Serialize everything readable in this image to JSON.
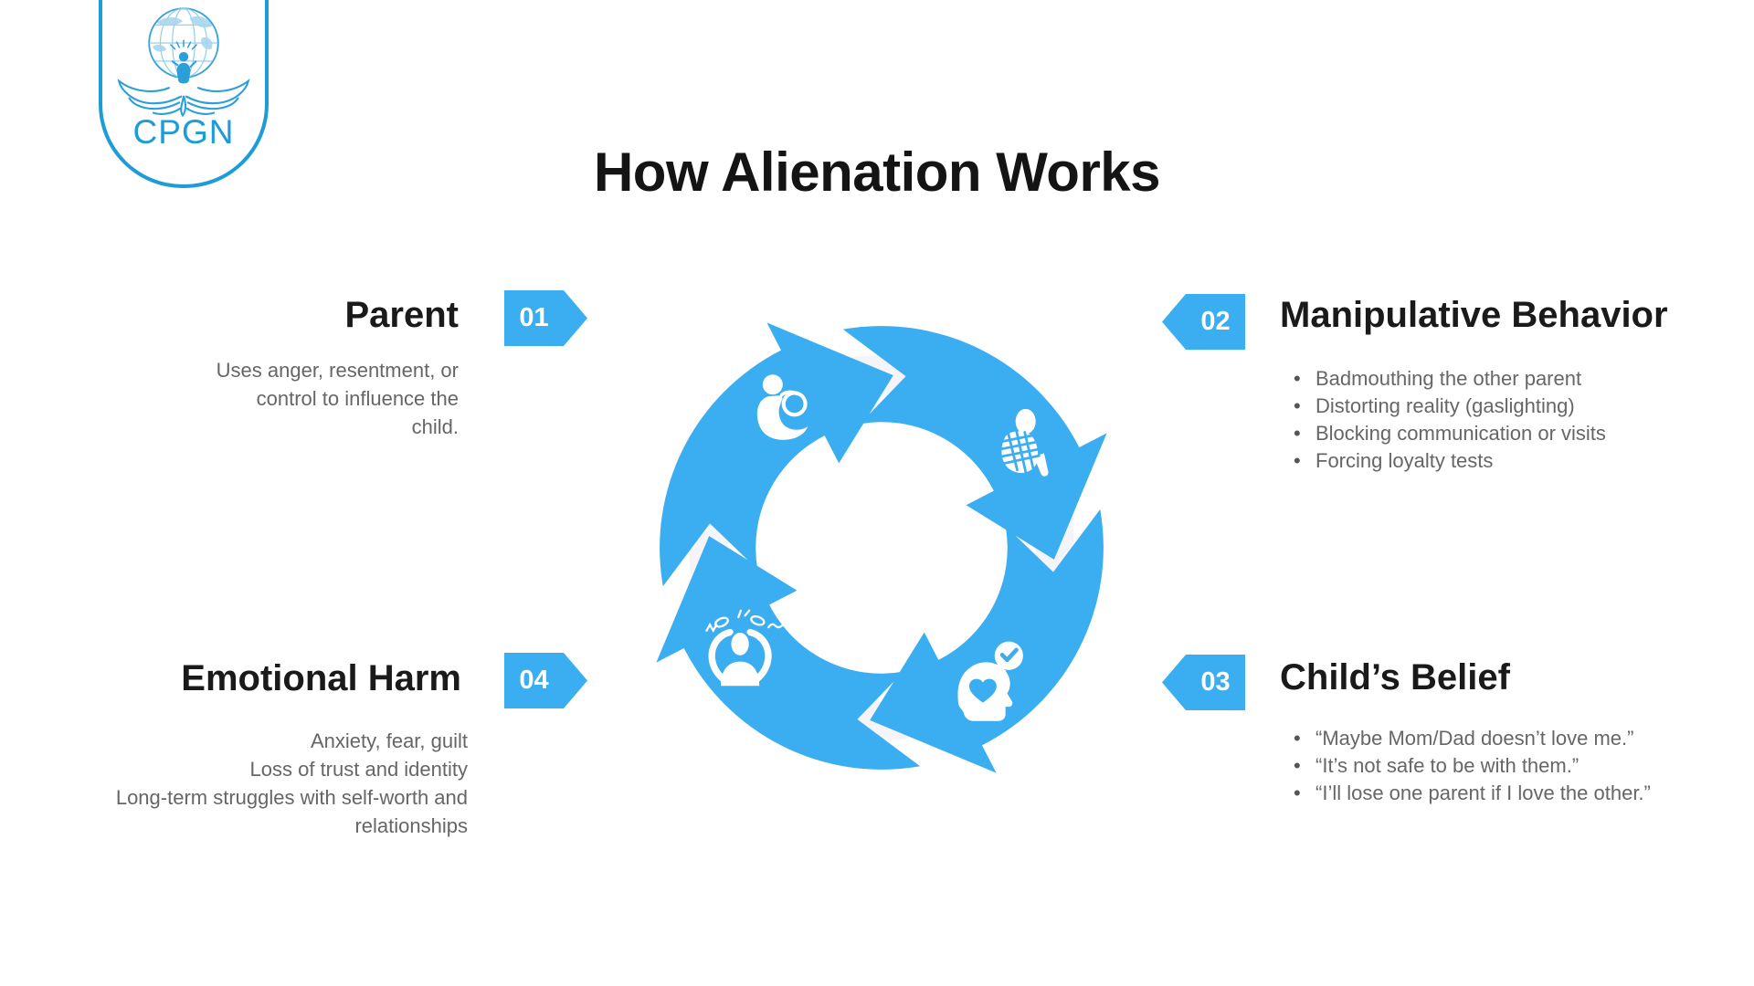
{
  "brand": {
    "name": "CPGN",
    "logo_icon": "globe-child-wings"
  },
  "title": "How Alienation Works",
  "colors": {
    "accent": "#3AAEF0",
    "logo_blue": "#1E9CD7",
    "heading_text": "#1A1A1A",
    "body_text": "#666666",
    "faint_ring": "#F4F4F9"
  },
  "steps": [
    {
      "number": "01",
      "heading": "Parent",
      "lines": [
        "Uses anger, resentment, or",
        "control to influence the",
        "child."
      ],
      "icon": "parent-holding-child"
    },
    {
      "number": "02",
      "heading": "Manipulative Behavior",
      "bullets": [
        "Badmouthing the other parent",
        "Distorting reality (gaslighting)",
        "Blocking communication or visits",
        "Forcing loyalty tests"
      ],
      "icon": "person-tied-up"
    },
    {
      "number": "03",
      "heading": "Child’s Belief",
      "bullets": [
        "“Maybe Mom/Dad doesn’t love me.”",
        "“It’s not safe to be with them.”",
        "“I’ll lose one parent if I love the other.”"
      ],
      "icon": "head-with-heart-and-check"
    },
    {
      "number": "04",
      "heading": "Emotional Harm",
      "lines": [
        "Anxiety, fear, guilt",
        "Loss of trust and identity",
        "Long-term struggles with self-worth and",
        "relationships"
      ],
      "icon": "person-stressed"
    }
  ]
}
